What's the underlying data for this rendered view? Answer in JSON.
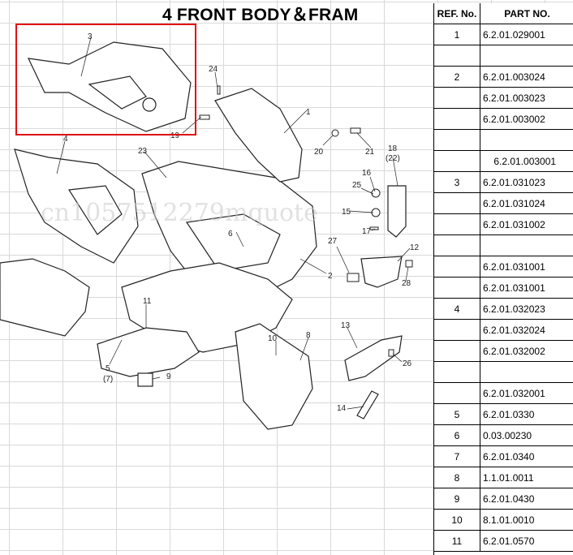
{
  "title": "4   FRONT BODY＆FRAM",
  "table": {
    "headers": {
      "ref": "REF. No.",
      "part": "PART NO."
    },
    "rows": [
      {
        "ref": "1",
        "part": "6.2.01.029001"
      },
      {
        "ref": "",
        "part": ""
      },
      {
        "ref": "2",
        "part": "6.2.01.003024"
      },
      {
        "ref": "",
        "part": "6.2.01.003023"
      },
      {
        "ref": "",
        "part": "6.2.01.003002"
      },
      {
        "ref": "",
        "part": ""
      },
      {
        "ref": "",
        "part": "    6.2.01.003001"
      },
      {
        "ref": "3",
        "part": "6.2.01.031023"
      },
      {
        "ref": "",
        "part": "6.2.01.031024"
      },
      {
        "ref": "",
        "part": "6.2.01.031002"
      },
      {
        "ref": "",
        "part": ""
      },
      {
        "ref": "",
        "part": "6.2.01.031001"
      },
      {
        "ref": "",
        "part": "6.2.01.031001"
      },
      {
        "ref": "4",
        "part": "6.2.01.032023"
      },
      {
        "ref": "",
        "part": "6.2.01.032024"
      },
      {
        "ref": "",
        "part": "6.2.01.032002"
      },
      {
        "ref": "",
        "part": ""
      },
      {
        "ref": "",
        "part": "6.2.01.032001"
      },
      {
        "ref": "5",
        "part": "6.2.01.0330"
      },
      {
        "ref": "6",
        "part": "0.03.00230"
      },
      {
        "ref": "7",
        "part": "6.2.01.0340"
      },
      {
        "ref": "8",
        "part": "1.1.01.0011"
      },
      {
        "ref": "9",
        "part": "6.2.01.0430"
      },
      {
        "ref": "10",
        "part": "8.1.01.0010"
      },
      {
        "ref": "11",
        "part": "6.2.01.0570"
      }
    ]
  },
  "diagram": {
    "callouts": [
      "3",
      "24",
      "1",
      "19",
      "4",
      "23",
      "20",
      "21",
      "18",
      "(22)",
      "16",
      "25",
      "15",
      "17",
      "6",
      "27",
      "12",
      "28",
      "2",
      "11",
      "10",
      "8",
      "13",
      "26",
      "5",
      "(7)",
      "9",
      "14"
    ],
    "watermark": "cn1057512279mquote"
  },
  "colors": {
    "highlight_box": "#e01010",
    "grid": "#d9d9d9",
    "line": "#000000"
  }
}
